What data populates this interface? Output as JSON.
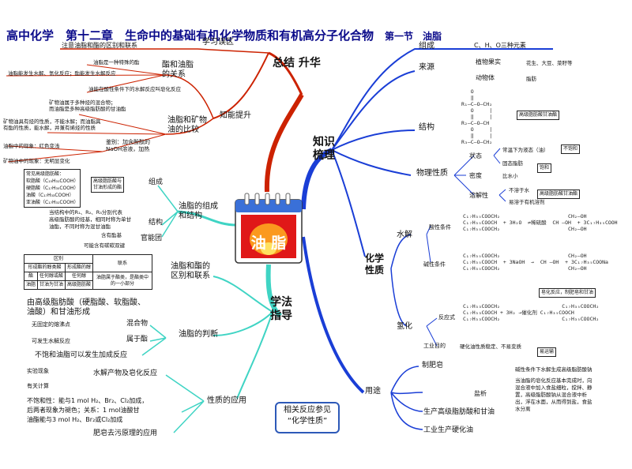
{
  "title": {
    "main": "高中化学　第十二章　生命中的基础有机化学物质和有机高分子化合物",
    "section": "第一节　油脂"
  },
  "center": {
    "label": "油 脂"
  },
  "colors": {
    "red": "#cc2200",
    "blue": "#1a3ed6",
    "teal": "#3fd4c4",
    "title": "#0a0a8a"
  },
  "knowledge": {
    "label": "知识\n梳理",
    "composition": {
      "label": "组成",
      "value": "C、H、O三种元素"
    },
    "source": {
      "label": "来源",
      "plant": "植物果实",
      "plant_examples": "花生、大豆、菜籽等",
      "animal": "动物体",
      "animal_examples": "脂肪"
    },
    "structure": {
      "label": "结构",
      "formula": "   O\n   ‖\nR₁—C—O—CH₂\n   O     |\n   ‖     |\nR₂—C—O—CH\n   O     |\n   ‖     |\nR₃—C—O—CH₂",
      "note": "高级脂肪酸甘油酯"
    },
    "physical": {
      "label": "物理性质",
      "state": "状态",
      "state_liquid": "常温下为液态（油）",
      "state_liquid_note": "不饱和",
      "state_solid": "固态脂肪",
      "state_solid_note": "饱和",
      "density": "密度",
      "density_value": "比水小",
      "solubility": "溶解性",
      "sol_water": "不溶于水",
      "sol_organic": "易溶于有机溶剂",
      "sol_note": "高级脂肪酸甘油酯"
    },
    "chemical": {
      "label": "化学\n性质",
      "hydrolysis": "水解",
      "acid": "酸性条件",
      "alkali": "碱性条件",
      "acid_eq": "C₁₇H₃₅COOCH₂                      CH₂—OH\nC₁₇H₃₅COOCH  + 3H₂O  ⇌稀硫酸  CH —OH  + 3C₁₇H₃₅COOH\nC₁₇H₃₅COOCH₂                      CH₂—OH",
      "alkali_eq": "C₁₇H₃₅COOCH₂                      CH₂—OH\nC₁₇H₃₅COOCH  + 3NaOH  →  CH —OH  + 3C₁₇H₃₅COONa\nC₁₇H₃₅COOCH₂                      CH₂—OH",
      "alkali_note": "皂化反应，制肥皂和甘油",
      "hydrogenation": "氢化",
      "reaction": "反应式",
      "h_eq": "C₁₇H₃₃COOCH₂                    C₁₇H₃₅COOCH₂\nC₁₇H₃₃COOCH + 3H₂ →催化剂 C₁₇H₃₅COOCH\nC₁₇H₃₃COOCH₂                    C₁₇H₃₅COOCH₂",
      "industry": "工业目的",
      "industry_value": "硬化油性质稳定、不易变质",
      "industry_note": "易运输"
    },
    "uses": {
      "label": "用途",
      "soap": "制肥皂",
      "soap_note": "碱性条件下水解生成高级脂肪酸钠",
      "salting": "盐析",
      "salting_text": "当油脂的皂化反应基本完成时，向\n混合液中加入食盐细粒，搅拌、静\n置，高级脂肪酸钠从混合液中析\n出，浮在水面，从而得到盐，食盐\n水分离",
      "produce": "生产高级脂肪酸和甘油",
      "margarine": "工业生产硬化油"
    },
    "note": "相关反应参见\n“化学性质”"
  },
  "summary": {
    "label": "总结\n升华",
    "misunderstanding": "学习误区",
    "mis_item": "注意油脂和酯的区别和联系",
    "improve": "知能提升",
    "rel": "酯和油脂\n的关系",
    "rel_items": [
      "油脂是一种特殊的酯",
      "油脂能发生水解、氢化反应；酯能发生水解反应",
      "油能在酸性条件下的水解反应叫皂化反应"
    ],
    "cmp": "油脂和矿物\n油的比较",
    "cmp_items": [
      "矿物油属于多种烃的混合物；\n而油脂是多种高级脂肪酸的甘油酯",
      "矿物油具有烃的性质，不能水解；而油脂具\n有酯的性质，能水解，并兼有烯烃的性质"
    ],
    "identify": "鉴别：加含酚酞的\nNaOH溶液，加热",
    "identify_a": "油脂中的现象：红色变浅",
    "identify_b": "矿物油中的现象：无明显变化"
  },
  "method": {
    "label": "学法\n指导",
    "comp": "油脂的组成\n和结构",
    "comp_sub": "组成",
    "comp_list": "常见高级脂肪酸：\n软脂酸（C₁₅H₃₁COOH）\n硬脂酸（C₁₇H₃₅COOH）\n油酸（C₁₇H₃₃COOH）\n亚油酸（C₁₇H₃₁COOH）",
    "comp_note": "高级脂肪酸与\n甘油形成的酯",
    "struct": "结构",
    "struct_text": "当结构中的R₁、R₂、R₃分别代表\n高级脂肪酸的烃基，相同时称为单甘\n油酯，不同时称为混甘油酯",
    "group": "官能团",
    "group_a": "含有酯基",
    "group_b": "可能含有碳碳双键",
    "diff": "油脂和酯的\n区别和联系",
    "diff_table": {
      "head": [
        "区别",
        "联系"
      ],
      "rows": [
        [
          "形成酯的醇类酸",
          "形成酯的醇"
        ],
        [
          "酯",
          "任何醇或酸",
          "任何醇",
          "油脂属于酯类，是酯类中的一小部分"
        ],
        [
          "油脂",
          "甘油为甘油",
          "高级脂肪酸"
        ]
      ]
    },
    "diff_text": "由高级脂肪酸（硬脂酸、软脂酸、\n油酸）和甘油形成",
    "judge": "油脂的判断",
    "judge_a": "混合物",
    "judge_a_text": "无固定的熔沸点",
    "judge_b": "属于酯",
    "judge_b_text": "可发生水解反应",
    "judge_c": "不饱和油脂可以发生加成反应",
    "app": "性质的应用",
    "app_a": "水解产物及皂化反应",
    "app_a_items": [
      "实验现象",
      "有关计算"
    ],
    "app_b": "不饱和性：能与1 mol H₂、Br₂、Cl₂加成，\n后两者现象为褪色；关系：1 mol油酸甘\n油酯能与3 mol H₂、Br₂或Cl₂加成",
    "app_c": "肥皂去污原理的应用"
  }
}
